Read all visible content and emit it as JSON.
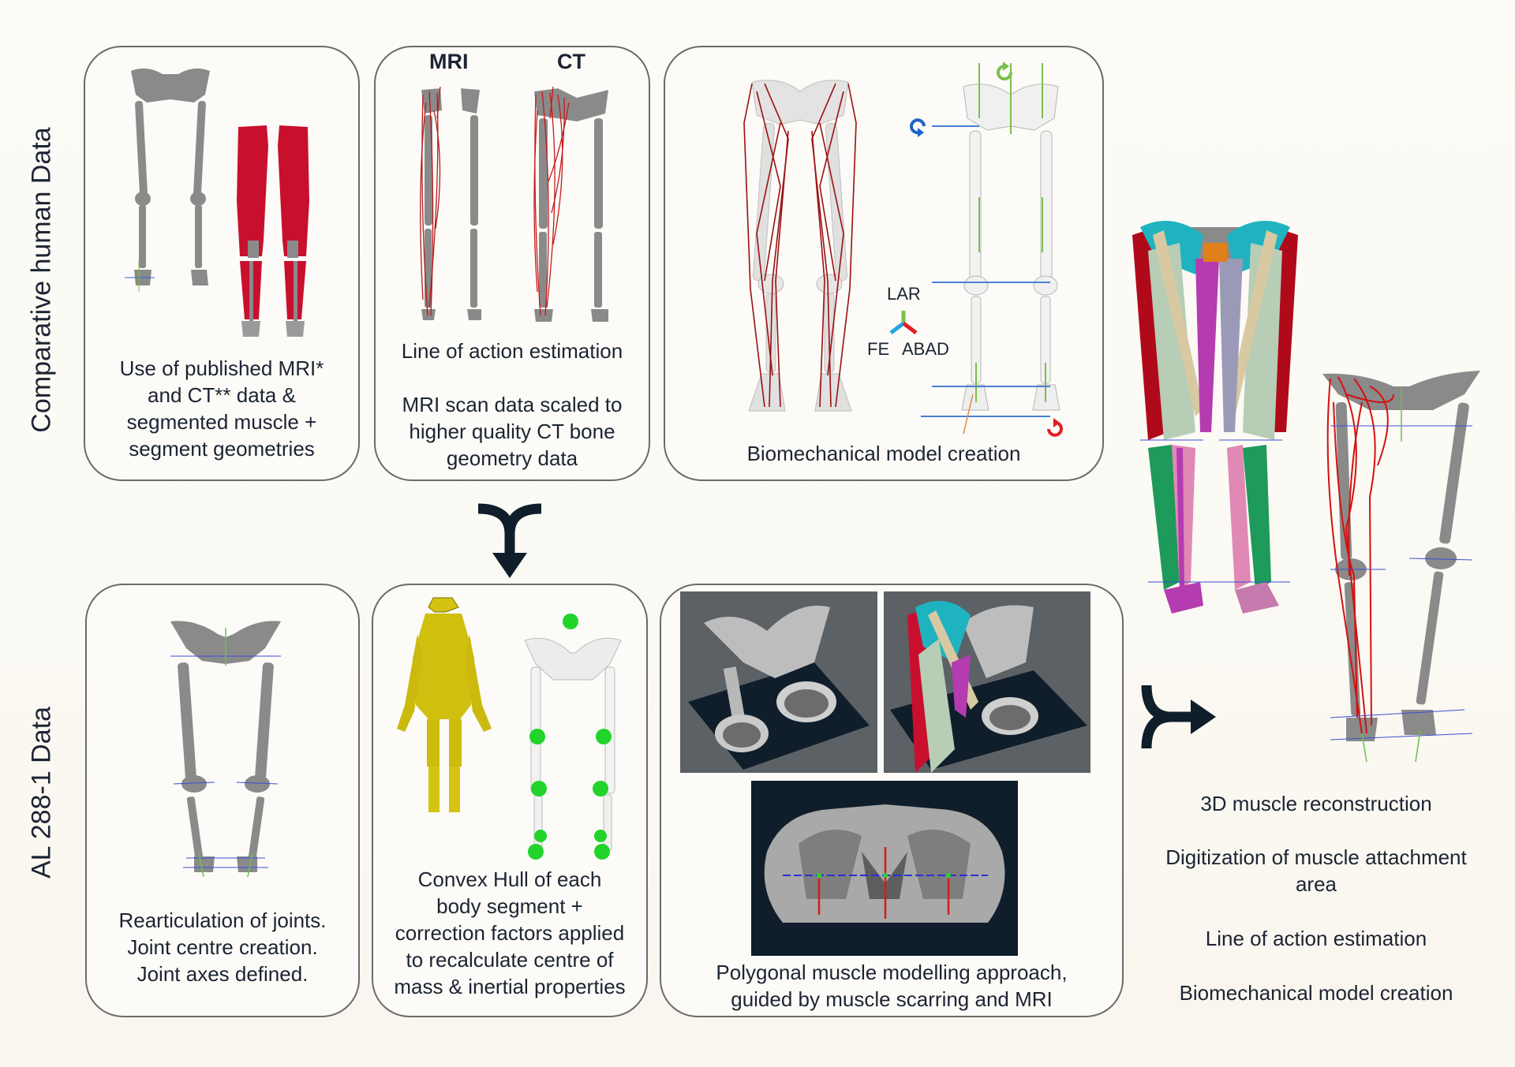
{
  "row_labels": {
    "top": "Comparative human Data",
    "bottom": "AL 288-1 Data"
  },
  "top_row": [
    {
      "id": "published-data",
      "caption": [
        "Use of published MRI*",
        "and CT** data &",
        "segmented muscle +",
        "segment geometries"
      ]
    },
    {
      "id": "line-of-action",
      "headers": [
        "MRI",
        "CT"
      ],
      "caption_title": "Line of action estimation",
      "caption": [
        "MRI scan data scaled to",
        "higher quality CT bone",
        "geometry data"
      ]
    },
    {
      "id": "biomech-model",
      "axes_legend": {
        "up": "LAR",
        "left": "FE",
        "right": "ABAD"
      },
      "caption": [
        "Biomechanical model creation"
      ]
    }
  ],
  "bottom_row": [
    {
      "id": "rearticulation",
      "caption": [
        "Rearticulation of joints.",
        "Joint centre creation.",
        "Joint axes defined."
      ]
    },
    {
      "id": "convex-hull",
      "caption": [
        "Convex Hull of each",
        "body segment +",
        "correction factors applied",
        "to recalculate centre of",
        "mass & inertial properties"
      ]
    },
    {
      "id": "polygonal-modelling",
      "caption": [
        "Polygonal muscle modelling approach,",
        "guided by muscle scarring and MRI"
      ]
    }
  ],
  "outputs": [
    "3D muscle reconstruction",
    "Digitization of muscle attachment area",
    "Line of action estimation",
    "Biomechanical model creation"
  ],
  "colors": {
    "bone": "#8a8a8a",
    "bone_light": "#e6e6e6",
    "muscle_red": "#c8102e",
    "line_red": "#a31515",
    "axis_green": "#7cc04b",
    "axis_blue": "#2f7fd6",
    "axis_red": "#e02020",
    "hull_yellow": "#d4c411",
    "com_green": "#22d42a",
    "arrow": "#0f1e2a",
    "teal": "#1fb3c0",
    "tan": "#d8c9a3",
    "sage": "#b7cdb5",
    "magenta": "#b53bb0",
    "pink": "#e089b5",
    "green": "#1e9a5a",
    "orange": "#e0801a"
  }
}
